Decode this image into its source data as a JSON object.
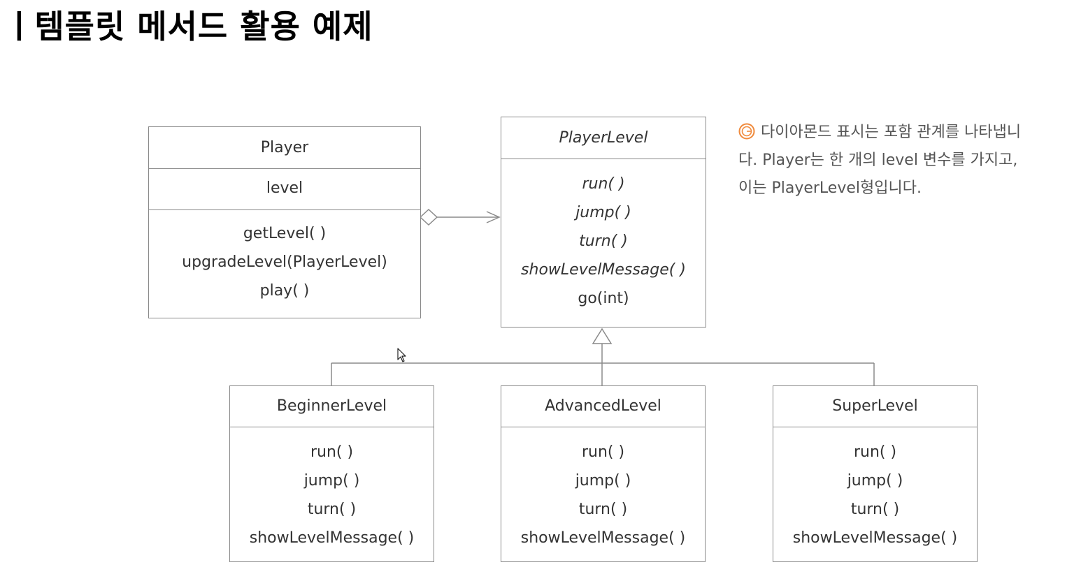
{
  "title": "ㅣ템플릿 메서드 활용 예제",
  "player": {
    "name": "Player",
    "fields": [
      "level"
    ],
    "methods": [
      "getLevel( )",
      "upgradeLevel(PlayerLevel)",
      "play( )"
    ]
  },
  "player_level": {
    "name": "PlayerLevel",
    "methods": [
      "run( )",
      "jump( )",
      "turn( )",
      "showLevelMessage( )",
      "go(int)"
    ]
  },
  "subclasses": [
    {
      "name": "BeginnerLevel",
      "methods": [
        "run( )",
        "jump( )",
        "turn( )",
        "showLevelMessage( )"
      ]
    },
    {
      "name": "AdvancedLevel",
      "methods": [
        "run( )",
        "jump( )",
        "turn( )",
        "showLevelMessage( )"
      ]
    },
    {
      "name": "SuperLevel",
      "methods": [
        "run( )",
        "jump( )",
        "turn( )",
        "showLevelMessage( )"
      ]
    }
  ],
  "note": {
    "lines": [
      "다이아몬드 표시는 포함 관계를 나타냅니",
      "다. Player는 한 개의 level 변수를 가지고,",
      "이는 PlayerLevel형입니다."
    ],
    "icon": "note-g-icon",
    "icon_color": "#f08a3c"
  },
  "colors": {
    "line": "#8a8a8a",
    "text": "#333333"
  }
}
